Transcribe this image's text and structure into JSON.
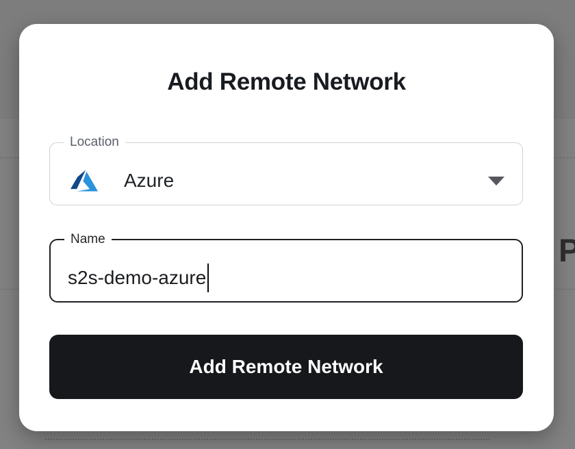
{
  "background": {
    "peek_letter": "P"
  },
  "modal": {
    "title": "Add Remote Network",
    "fields": {
      "location": {
        "label": "Location",
        "value": "Azure",
        "icon": "azure-logo-icon"
      },
      "name": {
        "label": "Name",
        "value": "s2s-demo-azure"
      }
    },
    "submit_button": {
      "label": "Add Remote Network"
    }
  },
  "colors": {
    "backdrop": "#828282",
    "modal_bg": "#ffffff",
    "title_text": "#181b1f",
    "muted_label": "#5a6068",
    "idle_border": "#d2d2d6",
    "focused_border": "#1d1f23",
    "button_bg": "#17181b",
    "button_text": "#ffffff",
    "azure_blue_dark": "#114a8b",
    "azure_blue_light": "#2a93dc"
  }
}
